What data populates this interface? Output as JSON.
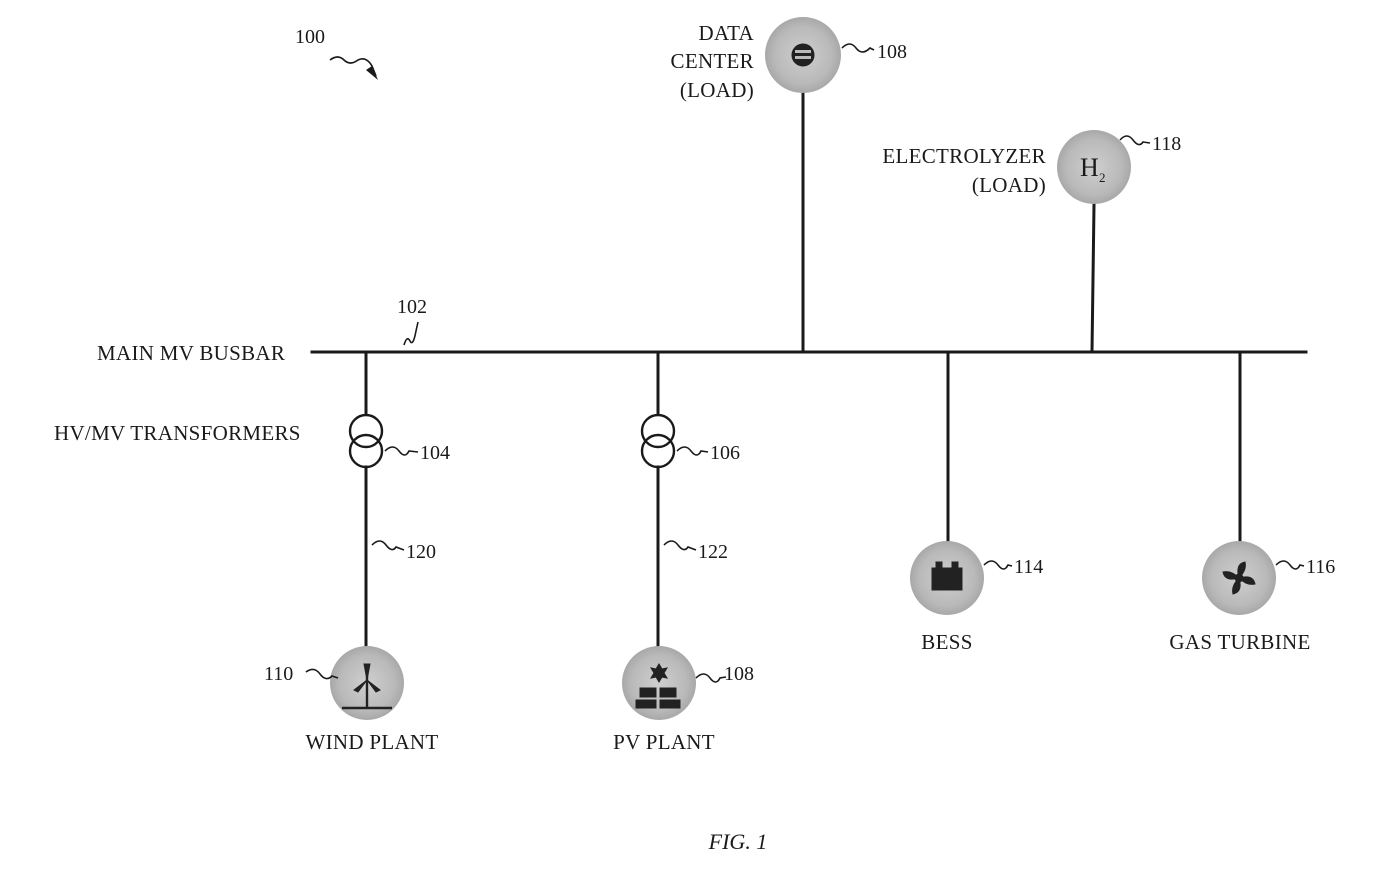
{
  "figure_ref": "100",
  "busbar": {
    "label": "MAIN MV BUSBAR",
    "ref": "102"
  },
  "transformers": {
    "label": "HV/MV TRANSFORMERS",
    "wind_ref": "104",
    "pv_ref": "106"
  },
  "feeders": {
    "wind_ref": "120",
    "pv_ref": "122"
  },
  "data_center": {
    "line1": "DATA",
    "line2": "CENTER",
    "line3": "(LOAD)",
    "ref": "108",
    "icon": "server-icon"
  },
  "electrolyzer": {
    "line1": "ELECTROLYZER",
    "line2": "(LOAD)",
    "ref": "118",
    "icon_text": "H",
    "icon_sub": "2"
  },
  "wind_plant": {
    "label": "WIND PLANT",
    "ref": "110",
    "icon": "wind-turbine-icon"
  },
  "pv_plant": {
    "label": "PV PLANT",
    "ref": "108",
    "icon": "solar-panel-icon"
  },
  "bess": {
    "label": "BESS",
    "ref": "114",
    "icon": "battery-icon"
  },
  "gas_turbine": {
    "label": "GAS TURBINE",
    "ref": "116",
    "icon": "turbine-fan-icon"
  },
  "caption": "FIG. 1",
  "colors": {
    "ink": "#1a1a1a",
    "node_fill": "#b8b8b8"
  }
}
